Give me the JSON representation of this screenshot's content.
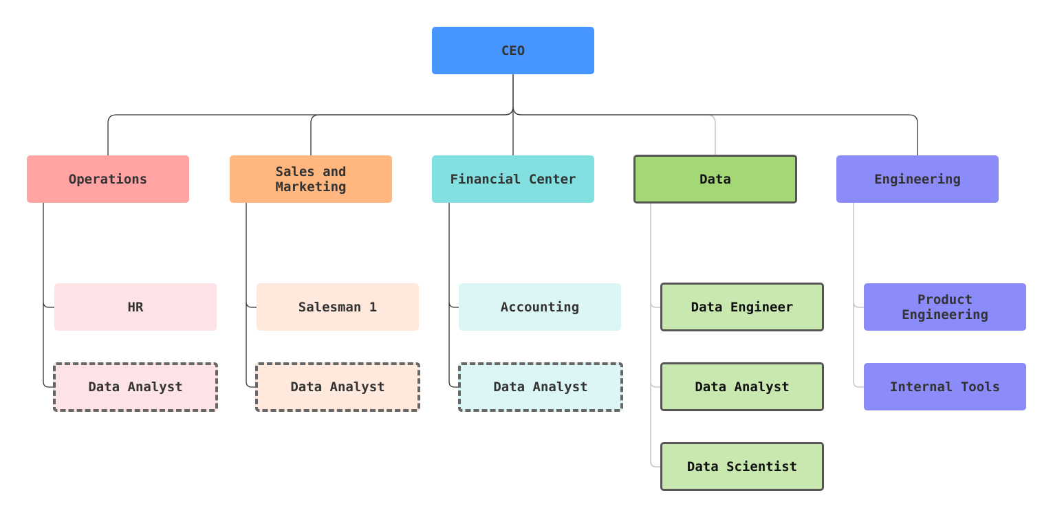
{
  "colors": {
    "ceo": "#4796ff",
    "operations": "#ffa3a3",
    "operations_light": "#fde3e5",
    "sales": "#ffb77f",
    "sales_light": "#ffe9dc",
    "financial": "#82e0e0",
    "financial_light": "#dcf5f5",
    "data": "#a4d877",
    "data_light": "#c9e8b0",
    "engineering": "#8b8cfa",
    "line_dark": "#333333",
    "line_light": "#c8c8c8"
  },
  "org_chart": {
    "root": {
      "label": "CEO"
    },
    "departments": [
      {
        "label": "Operations",
        "children": [
          {
            "label": "HR",
            "style": "solid"
          },
          {
            "label": "Data Analyst",
            "style": "dashed"
          }
        ]
      },
      {
        "label": "Sales and\nMarketing",
        "children": [
          {
            "label": "Salesman 1",
            "style": "solid"
          },
          {
            "label": "Data Analyst",
            "style": "dashed"
          }
        ]
      },
      {
        "label": "Financial Center",
        "children": [
          {
            "label": "Accounting",
            "style": "solid"
          },
          {
            "label": "Data Analyst",
            "style": "dashed"
          }
        ]
      },
      {
        "label": "Data",
        "children": [
          {
            "label": "Data Engineer",
            "style": "bordered"
          },
          {
            "label": "Data Analyst",
            "style": "bordered"
          },
          {
            "label": "Data Scientist",
            "style": "bordered"
          }
        ]
      },
      {
        "label": "Engineering",
        "children": [
          {
            "label": "Product\nEngineering",
            "style": "solid"
          },
          {
            "label": "Internal Tools",
            "style": "solid"
          }
        ]
      }
    ]
  }
}
